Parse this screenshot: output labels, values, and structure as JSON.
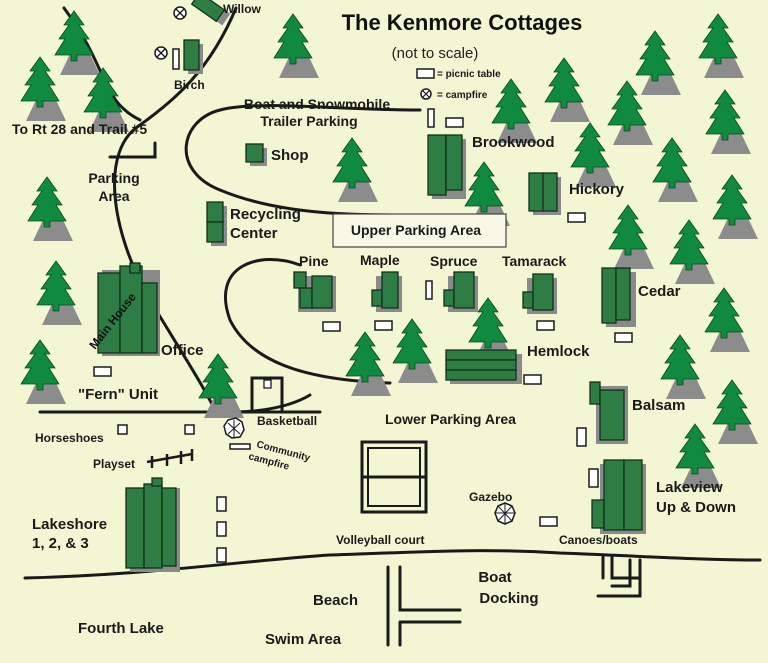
{
  "title": "The Kenmore Cottages",
  "subtitle": "(not to scale)",
  "legend": {
    "picnic_table": "= picnic table",
    "campfire": "= campfire"
  },
  "labels": {
    "willow": "Willow",
    "birch": "Birch",
    "to_rt28": "To Rt 28 and Trail #5",
    "boat_parking_1": "Boat and Snowmobile",
    "boat_parking_2": "Trailer Parking",
    "shop": "Shop",
    "brookwood": "Brookwood",
    "hickory": "Hickory",
    "parking_1": "Parking",
    "parking_2": "Area",
    "recycling_1": "Recycling",
    "recycling_2": "Center",
    "upper_parking": "Upper Parking Area",
    "pine": "Pine",
    "maple": "Maple",
    "spruce": "Spruce",
    "tamarack": "Tamarack",
    "cedar": "Cedar",
    "main_house": "Main House",
    "office": "Office",
    "hemlock": "Hemlock",
    "fern": "\"Fern\" Unit",
    "basketball": "Basketball",
    "lower_parking": "Lower Parking Area",
    "balsam": "Balsam",
    "horseshoes": "Horseshoes",
    "community_1": "Community",
    "community_2": "campfire",
    "playset": "Playset",
    "gazebo": "Gazebo",
    "lakeview_1": "Lakeview",
    "lakeview_2": "Up & Down",
    "lakeshore_1": "Lakeshore",
    "lakeshore_2": "1, 2, & 3",
    "volleyball": "Volleyball court",
    "canoes": "Canoes/boats",
    "boat_docking_1": "Boat",
    "boat_docking_2": "Docking",
    "beach": "Beach",
    "fourth_lake": "Fourth Lake",
    "swim_area": "Swim Area"
  },
  "colors": {
    "background": "#f3f6d2",
    "building": "#2e7d45",
    "tree": "#0f8a3e",
    "road": "#1a1a1a"
  }
}
